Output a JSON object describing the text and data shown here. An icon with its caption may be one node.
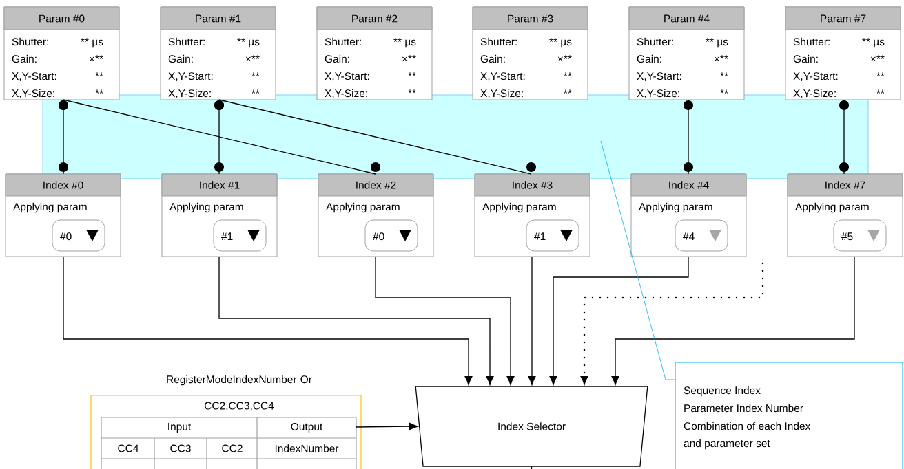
{
  "diagram": {
    "nodes": [
      {
        "text": [
          "Param #0",
          "Shutter:",
          "** µs",
          "Gain:",
          "×**",
          "X,Y-Start:",
          "**",
          "X,Y-Size:",
          "**"
        ]
      },
      {
        "text": [
          "Param #1",
          "Shutter:",
          "** µs",
          "Gain:",
          "×**",
          "X,Y-Start:",
          "**",
          "X,Y-Size:",
          "**"
        ]
      },
      {
        "text": [
          "Param #2",
          "Shutter:",
          "** µs",
          "Gain:",
          "×**",
          "X,Y-Start:",
          "**",
          "X,Y-Size:",
          "**"
        ]
      },
      {
        "text": [
          "Param #3",
          "Shutter:",
          "** µs",
          "Gain:",
          "×**",
          "X,Y-Start:",
          "**",
          "X,Y-Size:",
          "**"
        ]
      },
      {
        "text": [
          "Param #4",
          "Shutter:",
          "** µs",
          "Gain:",
          "×**",
          "X,Y-Start:",
          "**",
          "X,Y-Size:",
          "**"
        ]
      },
      {
        "text": [
          "Param #7",
          "Shutter:",
          "** µs",
          "Gain:",
          "×**",
          "X,Y-Start:",
          "**",
          "X,Y-Size:",
          "**"
        ]
      },
      {
        "text": [
          "Index #0",
          "Applying param"
        ]
      },
      {
        "text": [
          "#0"
        ],
        "in": 6
      },
      {
        "text": [
          "Index #1",
          "Applying param"
        ]
      },
      {
        "text": [
          "#1"
        ],
        "in": 8
      },
      {
        "text": [
          "Index #2",
          "Applying param"
        ]
      },
      {
        "text": [
          "#0"
        ],
        "in": 10
      },
      {
        "text": [
          "Index #3",
          "Applying param"
        ]
      },
      {
        "text": [
          "#1"
        ],
        "in": 12
      },
      {
        "text": [
          "Index #4",
          "Applying param"
        ]
      },
      {
        "text": [
          "#4"
        ],
        "in": 14
      },
      {
        "text": [
          "Index #7",
          "Applying param"
        ]
      },
      {
        "text": [
          "#5"
        ],
        "in": 16
      },
      {
        "text": [
          "RegisterModeIndexNumber Or",
          "CC2,CC3,CC4"
        ]
      },
      {
        "text": [
          "Index Selector"
        ]
      },
      {
        "text": [
          "Sequence Index",
          "Parameter Index Number",
          "Combination of each Index",
          "and parameter set"
        ]
      }
    ],
    "edges": [
      {
        "from": 0,
        "to": 6,
        "arrow": "other"
      },
      {
        "from": 0,
        "to": 10,
        "arrow": "other"
      },
      {
        "from": 1,
        "to": 8,
        "arrow": "other"
      },
      {
        "from": 1,
        "to": 12,
        "arrow": "other"
      },
      {
        "from": 4,
        "to": 14,
        "arrow": "other"
      },
      {
        "from": 5,
        "to": 16,
        "arrow": "other"
      },
      {
        "from": 6,
        "to": 19,
        "arrow": "to"
      },
      {
        "from": 8,
        "to": 19,
        "arrow": "to"
      },
      {
        "from": 10,
        "to": 19,
        "arrow": "to"
      },
      {
        "from": 12,
        "to": 19,
        "arrow": "to"
      },
      {
        "from": 14,
        "to": 19,
        "arrow": "to"
      },
      {
        "from": null,
        "to": 19,
        "arrow": "to",
        "style": "dashed"
      },
      {
        "from": 16,
        "to": 19,
        "arrow": "to"
      },
      {
        "from": 18,
        "to": 19,
        "arrow": "to"
      },
      {
        "from": 19,
        "to": null,
        "arrow": "none"
      },
      {
        "from": 20,
        "to": null,
        "arrow": "none",
        "color": "#00b0f0"
      }
    ],
    "labels": [
      "Input",
      "Output",
      "CC4",
      "CC3",
      "CC2",
      "IndexNumber"
    ]
  }
}
